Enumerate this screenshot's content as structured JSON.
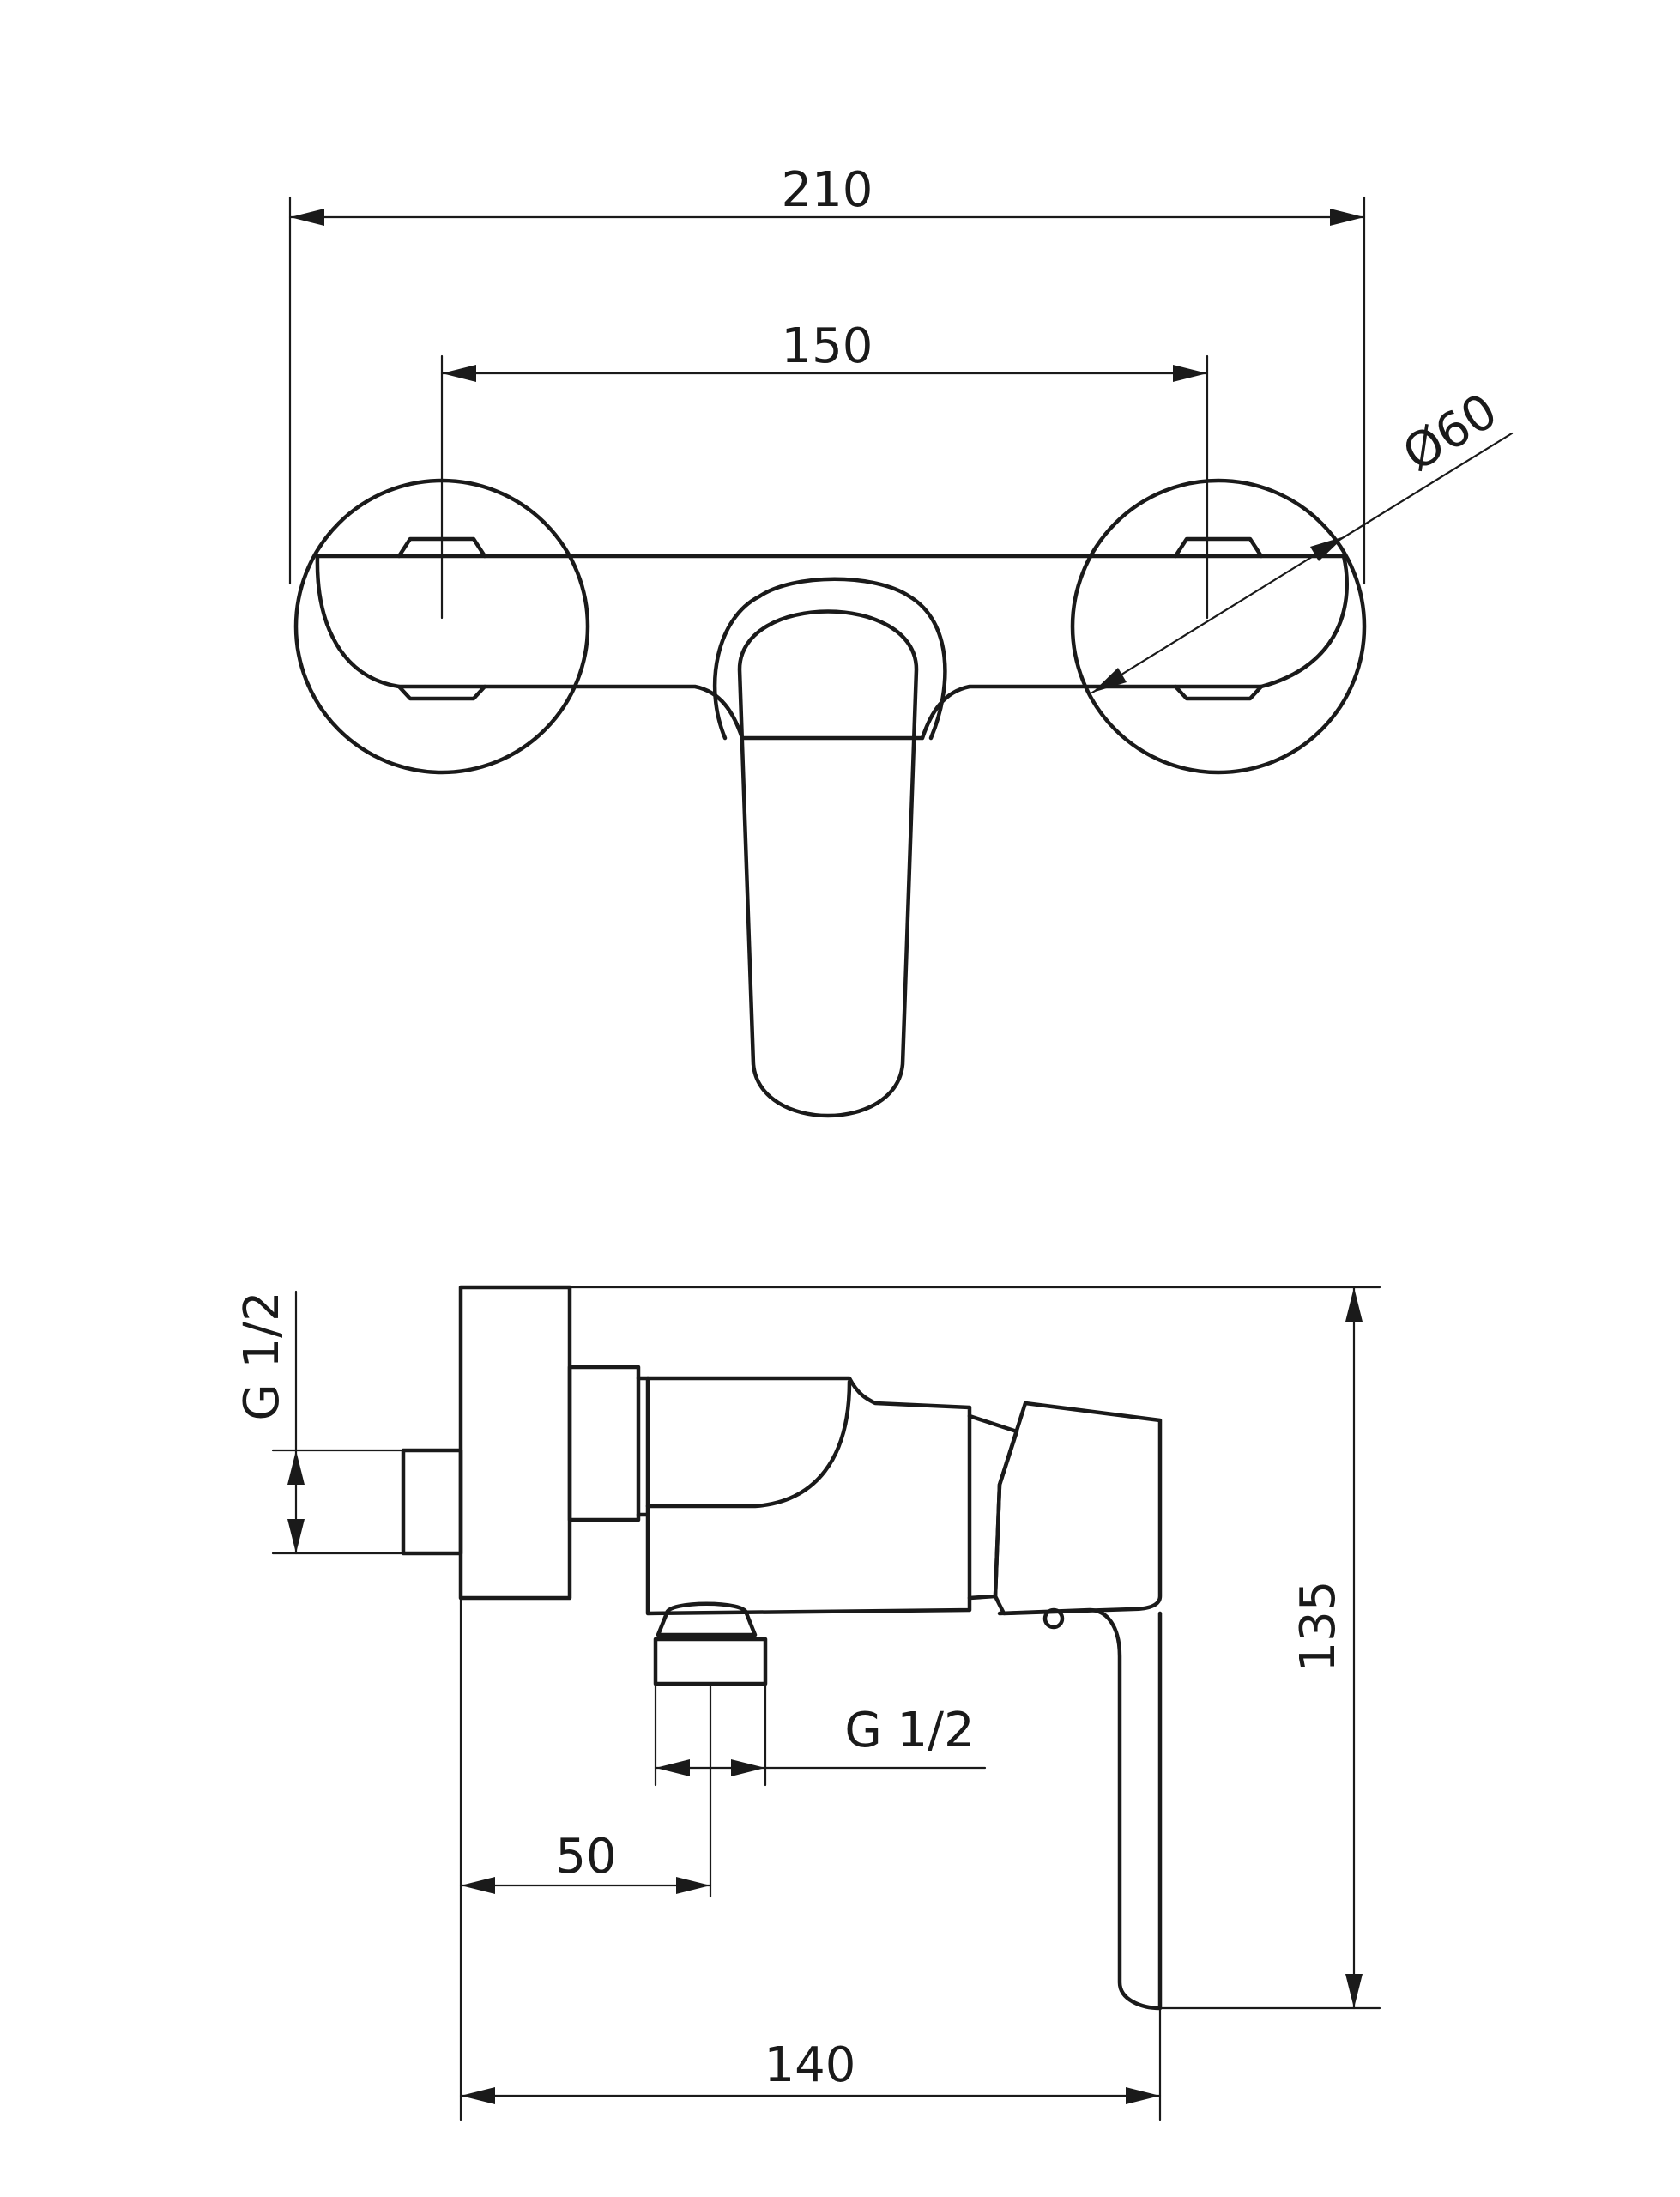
{
  "dimensions": {
    "top_overall_width": "210",
    "top_connection_spacing": "150",
    "top_flange_diameter": "Ø60",
    "side_inlet_thread": "G 1/2",
    "side_outlet_thread": "G 1/2",
    "side_outlet_offset": "50",
    "side_overall_depth": "140",
    "side_overall_height": "135"
  }
}
